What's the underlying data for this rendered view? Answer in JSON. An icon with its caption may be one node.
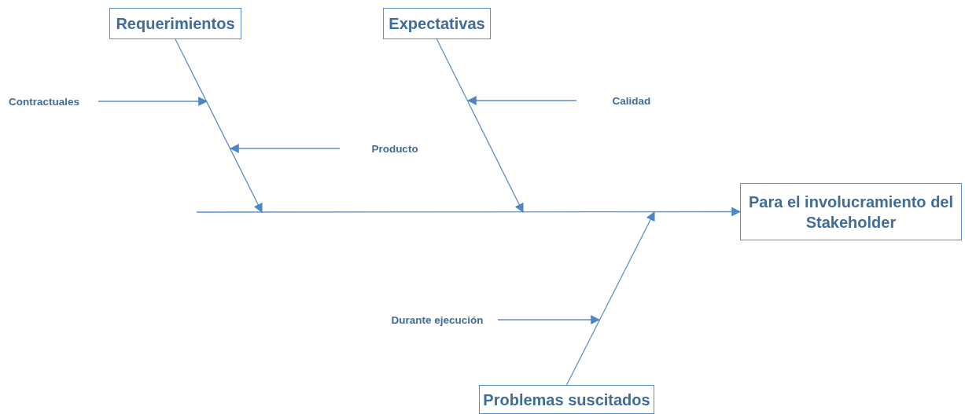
{
  "diagram": {
    "nodes": [
      {
        "text": [
          "Requerimientos"
        ]
      },
      {
        "text": [
          "Expectativas"
        ]
      },
      {
        "text": [
          "Para el involucramiento del Stakeholder"
        ]
      },
      {
        "text": [
          "Problemas suscitados"
        ]
      },
      {
        "text": [
          "Contractuales"
        ]
      },
      {
        "text": [
          "Producto"
        ]
      },
      {
        "text": [
          "Calidad"
        ]
      },
      {
        "text": [
          "Durante ejecución"
        ]
      }
    ],
    "edges": [
      {
        "from": null,
        "to": 2,
        "arrow": "to"
      },
      {
        "from": 0,
        "to": null,
        "arrow": "to"
      },
      {
        "from": 1,
        "to": null,
        "arrow": "to"
      },
      {
        "from": 3,
        "to": null,
        "arrow": "to"
      },
      {
        "from": 4,
        "to": null,
        "arrow": "to"
      },
      {
        "from": 5,
        "to": null,
        "arrow": "to"
      },
      {
        "from": 6,
        "to": null,
        "arrow": "to"
      },
      {
        "from": 7,
        "to": null,
        "arrow": "to"
      }
    ]
  }
}
